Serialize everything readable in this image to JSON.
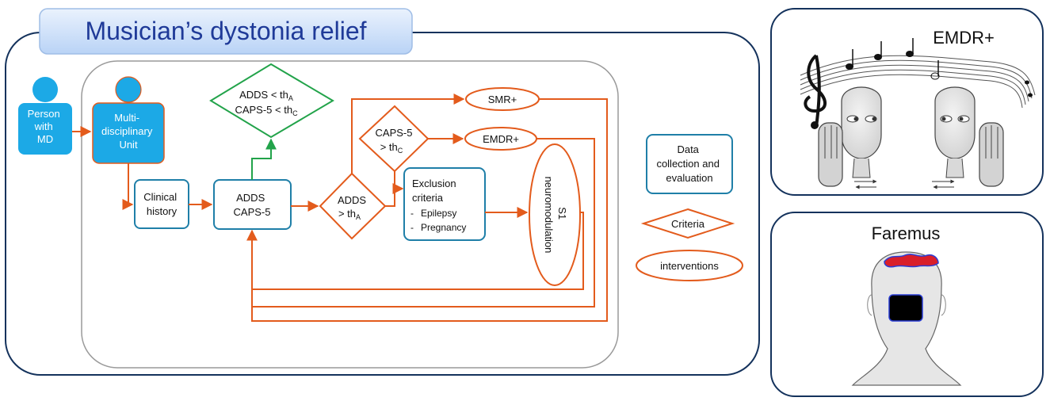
{
  "title": "Musician’s dystonia relief",
  "nodes": {
    "person": [
      "Person",
      "with",
      "MD"
    ],
    "unit": [
      "Multi-",
      "disciplinary",
      "Unit"
    ],
    "history": [
      "Clinical",
      "history"
    ],
    "adds_caps": [
      "ADDS",
      "CAPS-5"
    ],
    "green_criteria": {
      "line1": "ADDS < th",
      "sub1": "A",
      "line2": "CAPS-5 < th",
      "sub2": "C"
    },
    "adds_criteria": {
      "line1": "ADDS",
      "line2": "> th",
      "sub2": "A"
    },
    "caps_criteria": {
      "line1": "CAPS-5",
      "line2": "> th",
      "sub2": "C"
    },
    "exclusion": {
      "lines": [
        "Exclusion",
        "criteria"
      ],
      "items": [
        "Epilepsy",
        "Pregnancy"
      ],
      "bullet": "-"
    },
    "smr": "SMR+",
    "emdr": "EMDR+",
    "s1": [
      "S1",
      "neuromodulation"
    ]
  },
  "legend": {
    "data": [
      "Data",
      "collection and",
      "evaluation"
    ],
    "criteria": "Criteria",
    "interventions": "interventions"
  },
  "panels": {
    "emdr_title": "EMDR+",
    "faremus_title": "Faremus"
  },
  "colors": {
    "navy": "#14325c",
    "cyan": "#1ca9e6",
    "orange": "#e35b1c",
    "blue_box": "#1f7fa8",
    "green": "#22a34a",
    "title_text": "#1f3a98",
    "title_bg": "#c9defa",
    "gray": "#9a9a9a"
  }
}
